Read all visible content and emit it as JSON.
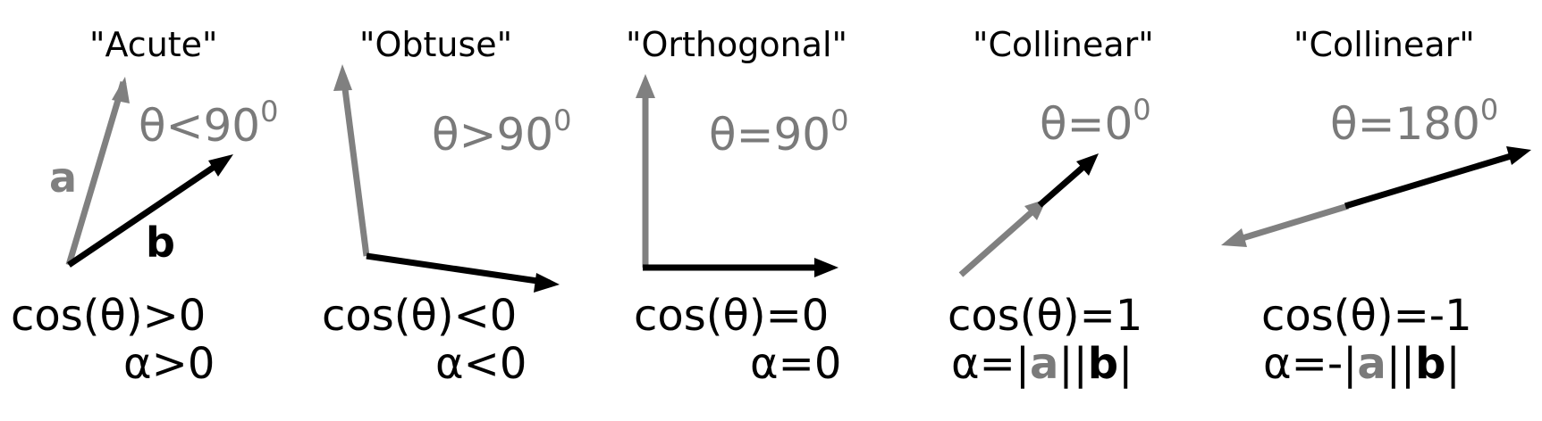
{
  "panels": [
    {
      "title": "\"Acute\"",
      "theta": "θ<90",
      "theta_sup": "0",
      "cos": "cos(θ)>0",
      "alpha": "α>0"
    },
    {
      "title": "\"Obtuse\"",
      "theta": "θ>90",
      "theta_sup": "0",
      "cos": "cos(θ)<0",
      "alpha": "α<0"
    },
    {
      "title": "\"Orthogonal\"",
      "theta": "θ=90",
      "theta_sup": "0",
      "cos": "cos(θ)=0",
      "alpha": "α=0"
    },
    {
      "title": "\"Collinear\"",
      "theta": "θ=0",
      "theta_sup": "0",
      "cos": "cos(θ)=1",
      "alpha_prefix": "α=|",
      "alpha_a": "a",
      "alpha_mid": "||",
      "alpha_b": "b",
      "alpha_suffix": "|"
    },
    {
      "title": "\"Collinear\"",
      "theta": "θ=180",
      "theta_sup": "0",
      "cos": "cos(θ)=-1",
      "alpha_prefix": "α=-|",
      "alpha_a": "a",
      "alpha_mid": "||",
      "alpha_b": "b",
      "alpha_suffix": "|"
    }
  ],
  "vector_labels": {
    "a": "a",
    "b": "b"
  },
  "colors": {
    "vector_a": "#808080",
    "vector_b": "#000000",
    "angle_text": "#7a7a7a"
  }
}
